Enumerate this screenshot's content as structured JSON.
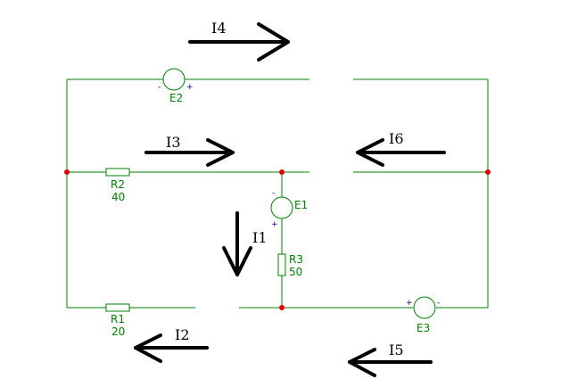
{
  "components": {
    "e2": {
      "name": "E2",
      "minus": "-",
      "plus": "+"
    },
    "e1": {
      "name": "E1",
      "minus": "-",
      "plus": "+"
    },
    "e3": {
      "name": "E3",
      "minus": "-",
      "plus": "+"
    },
    "r1": {
      "name": "R1",
      "value": "20"
    },
    "r2": {
      "name": "R2",
      "value": "40"
    },
    "r3": {
      "name": "R3",
      "value": "50"
    }
  },
  "currents": {
    "i1": "I1",
    "i2": "I2",
    "i3": "I3",
    "i4": "I4",
    "i5": "I5",
    "i6": "I6"
  },
  "colors": {
    "wire": "#008000",
    "junction": "#e00000",
    "arrow": "#000000",
    "polarity": "#000080"
  }
}
